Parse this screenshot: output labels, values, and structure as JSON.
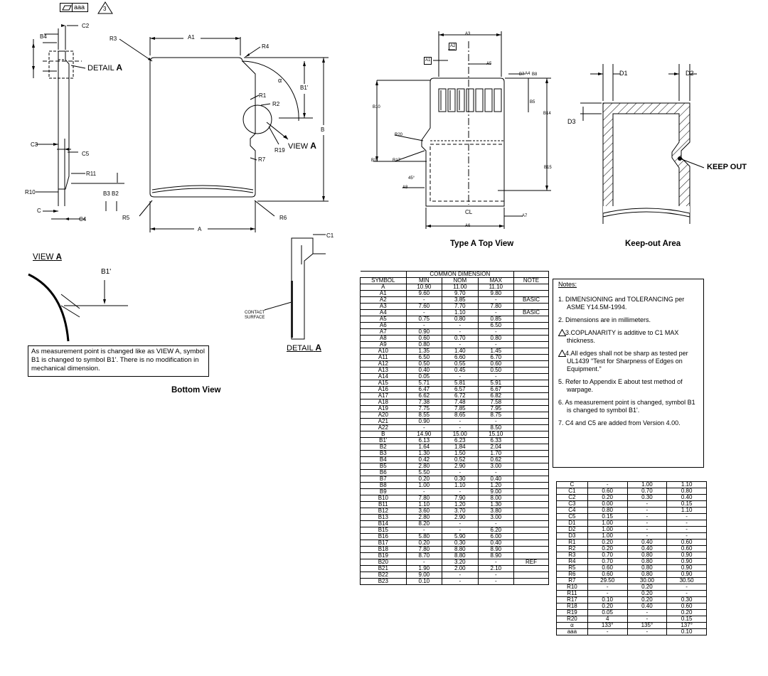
{
  "header": {
    "fcf_symbol": "aaa",
    "note_ref": "3"
  },
  "bottom_view": {
    "labels": {
      "b4": "B4",
      "c2": "C2",
      "r3": "R3",
      "a1": "A1",
      "r4": "R4",
      "alpha": "α",
      "r1": "R1",
      "r2": "R2",
      "b1p": "B1'",
      "b": "B",
      "view_a_word": "VIEW",
      "view_a_letter": "A",
      "r19": "R19",
      "r7": "R7",
      "c3": "C3",
      "c5": "C5",
      "r11": "R11",
      "b3b2": "B3 B2",
      "r10": "R10",
      "c": "C",
      "c4": "C4",
      "r5": "R5",
      "r6": "R6",
      "a": "A"
    },
    "detail_a_word": "DETAIL",
    "detail_a_letter": "A",
    "title": "Bottom View"
  },
  "view_a": {
    "title_word": "VIEW",
    "title_letter": "A",
    "b1p": "B1'",
    "note": "As measurement point is changed like as VIEW A, symbol B1 is changed to symbol B1'. There is no modification in mechanical dimension."
  },
  "detail_a": {
    "c1": "C1",
    "contact": "CONTACT",
    "surface": "SURFACE",
    "title_word": "DETAIL",
    "title_letter": "A"
  },
  "top_view": {
    "labels": {
      "a3": "A3",
      "a2": "A2",
      "a1": "A1",
      "a5": "A5",
      "a4": "A4",
      "b7": "B7",
      "b8": "B8",
      "b10": "B10",
      "b5": "B5",
      "b14": "B14",
      "r20": "R20",
      "r18": "R18",
      "r17": "R17",
      "b11": "B11",
      "b15": "B15",
      "a45": "45°",
      "a8": "A8",
      "cl": "CL",
      "a6": "A6",
      "a7": "A7"
    },
    "title": "Type A Top View"
  },
  "keepout": {
    "d1": "D1",
    "d2": "D2",
    "d3": "D3",
    "keep_out": "KEEP OUT",
    "title": "Keep-out Area"
  },
  "table1": {
    "group_header": "COMMON DIMENSION",
    "headers": [
      "SYMBOL",
      "MIN",
      "NOM",
      "MAX",
      "NOTE"
    ],
    "rows": [
      [
        "A",
        "10.90",
        "11.00",
        "11.10",
        ""
      ],
      [
        "A1",
        "9.60",
        "9.70",
        "9.80",
        ""
      ],
      [
        "A2",
        "-",
        "3.85",
        "-",
        "BASIC"
      ],
      [
        "A3",
        "7.60",
        "7.70",
        "7.80",
        ""
      ],
      [
        "A4",
        "-",
        "1.10",
        "-",
        "BASIC"
      ],
      [
        "A5",
        "0.75",
        "0.80",
        "0.85",
        ""
      ],
      [
        "A6",
        "-",
        "-",
        "6.50",
        ""
      ],
      [
        "A7",
        "0.90",
        "-",
        "-",
        ""
      ],
      [
        "A8",
        "0.60",
        "0.70",
        "0.80",
        ""
      ],
      [
        "A9",
        "0.80",
        "-",
        "-",
        ""
      ],
      [
        "A10",
        "1.35",
        "1.40",
        "1.45",
        ""
      ],
      [
        "A11",
        "6.50",
        "6.60",
        "6.70",
        ""
      ],
      [
        "A12",
        "0.50",
        "0.55",
        "0.60",
        ""
      ],
      [
        "A13",
        "0.40",
        "0.45",
        "0.50",
        ""
      ],
      [
        "A14",
        "0.05",
        "-",
        "-",
        ""
      ],
      [
        "A15",
        "5.71",
        "5.81",
        "5.91",
        ""
      ],
      [
        "A16",
        "6.47",
        "6.57",
        "6.67",
        ""
      ],
      [
        "A17",
        "6.62",
        "6.72",
        "6.82",
        ""
      ],
      [
        "A18",
        "7.38",
        "7.48",
        "7.58",
        ""
      ],
      [
        "A19",
        "7.75",
        "7.85",
        "7.95",
        ""
      ],
      [
        "A20",
        "8.55",
        "8.65",
        "8.75",
        ""
      ],
      [
        "A21",
        "0.90",
        "-",
        "-",
        ""
      ],
      [
        "A22",
        "-",
        "-",
        "8.50",
        ""
      ],
      [
        "B",
        "14.90",
        "15.00",
        "15.10",
        ""
      ],
      [
        "B1'",
        "6.13",
        "6.23",
        "6.33",
        ""
      ],
      [
        "B2",
        "1.64",
        "1.84",
        "2.04",
        ""
      ],
      [
        "B3",
        "1.30",
        "1.50",
        "1.70",
        ""
      ],
      [
        "B4",
        "0.42",
        "0.52",
        "0.62",
        ""
      ],
      [
        "B5",
        "2.80",
        "2.90",
        "3.00",
        ""
      ],
      [
        "B6",
        "5.50",
        "-",
        "-",
        ""
      ],
      [
        "B7",
        "0.20",
        "0.30",
        "0.40",
        ""
      ],
      [
        "B8",
        "1.00",
        "1.10",
        "1.20",
        ""
      ],
      [
        "B9",
        "-",
        "-",
        "9.00",
        ""
      ],
      [
        "B10",
        "7.80",
        "7.90",
        "8.00",
        ""
      ],
      [
        "B11",
        "1.10",
        "1.20",
        "1.30",
        ""
      ],
      [
        "B12",
        "3.60",
        "3.70",
        "3.80",
        ""
      ],
      [
        "B13",
        "2.80",
        "2.90",
        "3.00",
        ""
      ],
      [
        "B14",
        "8.20",
        "-",
        "-",
        ""
      ],
      [
        "B15",
        "-",
        "-",
        "6.20",
        ""
      ],
      [
        "B16",
        "5.80",
        "5.90",
        "6.00",
        ""
      ],
      [
        "B17",
        "0.20",
        "0.30",
        "0.40",
        ""
      ],
      [
        "B18",
        "7.80",
        "8.80",
        "8.90",
        ""
      ],
      [
        "B19",
        "8.70",
        "8.80",
        "8.90",
        ""
      ],
      [
        "B20",
        "-",
        "3.20",
        "-",
        "REF"
      ],
      [
        "B21",
        "1.90",
        "2.00",
        "2.10",
        ""
      ],
      [
        "B22",
        "9.00",
        "-",
        "-",
        ""
      ],
      [
        "B23",
        "0.10",
        "-",
        "-",
        ""
      ]
    ]
  },
  "notes": {
    "heading": "Notes:",
    "items": [
      "1. DIMENSIONING and TOLERANCING per ASME Y14.5M-1994.",
      "2. Dimensions are in millimeters.",
      "COPLANARITY is additive to C1 MAX thickness.",
      "All edges shall not be sharp as tested per UL1439 \"Test for Sharpness of Edges on Equipment.\"",
      "5. Refer to Appendix E about test method of warpage.",
      "6. As measurement point is changed, symbol B1 is changed to symbol B1'.",
      "7. C4 and C5 are added from Version 4.00."
    ],
    "marker3": "3.",
    "marker4": "4."
  },
  "table2": {
    "rows": [
      [
        "C",
        "-",
        "1.00",
        "1.10"
      ],
      [
        "C1",
        "0.60",
        "0.70",
        "0.80"
      ],
      [
        "C2",
        "0.20",
        "0.30",
        "0.40"
      ],
      [
        "C3",
        "0.00",
        "-",
        "0.15"
      ],
      [
        "C4",
        "0.80",
        "-",
        "1.10"
      ],
      [
        "C5",
        "0.15",
        "-",
        "-"
      ],
      [
        "D1",
        "1.00",
        "-",
        "-"
      ],
      [
        "D2",
        "1.00",
        "-",
        "-"
      ],
      [
        "D3",
        "1.00",
        "-",
        "-"
      ],
      [
        "R1",
        "0.20",
        "0.40",
        "0.60"
      ],
      [
        "R2",
        "0.20",
        "0.40",
        "0.60"
      ],
      [
        "R3",
        "0.70",
        "0.80",
        "0.90"
      ],
      [
        "R4",
        "0.70",
        "0.80",
        "0.90"
      ],
      [
        "R5",
        "0.60",
        "0.80",
        "0.90"
      ],
      [
        "R6",
        "0.60",
        "0.80",
        "0.90"
      ],
      [
        "R7",
        "29.50",
        "30.00",
        "30.50"
      ],
      [
        "R10",
        "-",
        "0.20",
        "-"
      ],
      [
        "R11",
        "-",
        "0.20",
        "-"
      ],
      [
        "R17",
        "0.10",
        "0.20",
        "0.30"
      ],
      [
        "R18",
        "0.20",
        "0.40",
        "0.60"
      ],
      [
        "R19",
        "0.05",
        "-",
        "0.20"
      ],
      [
        "R20",
        "4",
        "-",
        "0.15"
      ],
      [
        "α",
        "133°",
        "135°",
        "137°"
      ],
      [
        "aaa",
        "-",
        "-",
        "0.10"
      ]
    ]
  }
}
